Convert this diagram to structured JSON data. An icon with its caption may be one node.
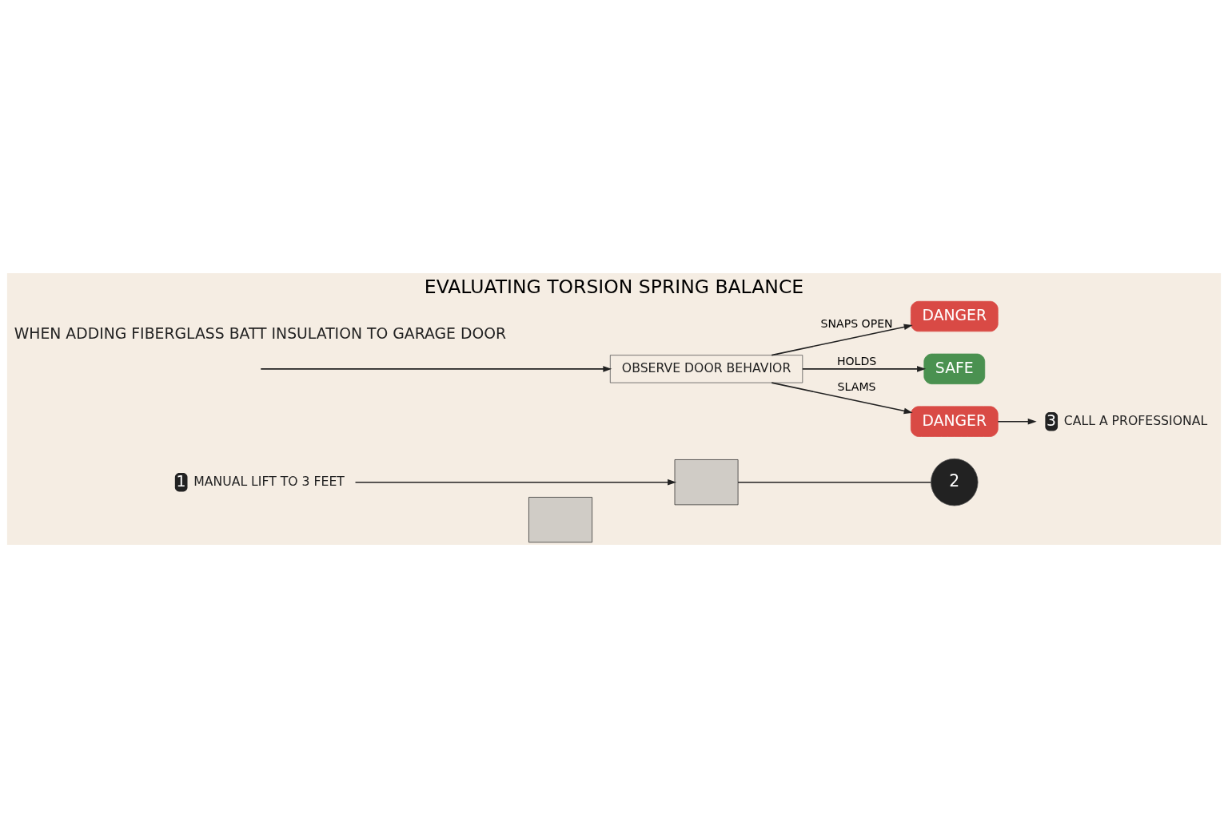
{
  "diagram": {
    "title": "EVALUATING TORSION SPRING BALANCE",
    "nodes": [
      {
        "text": [],
        "shape": "box"
      },
      {
        "text": [
          "1",
          "MANUAL LIFT TO 3 FEET"
        ]
      },
      {
        "text": [],
        "shape": "box"
      },
      {
        "text": [
          "2"
        ]
      },
      {
        "text": [
          "OBSERVE DOOR BEHAVIOR"
        ]
      },
      {
        "text": [
          "DANGER"
        ]
      },
      {
        "text": [
          "SAFE"
        ]
      },
      {
        "text": [
          "DANGER"
        ]
      },
      {
        "text": [
          "3",
          "CALL A PROFESSIONAL"
        ]
      }
    ],
    "edges": [
      {
        "from": 1,
        "to": 2,
        "arrow": "to"
      },
      {
        "from": 2,
        "to": 3,
        "arrow": "none"
      },
      {
        "from": null,
        "to": 4,
        "arrow": "to"
      },
      {
        "from": 4,
        "to": 5,
        "label": "SNAPS OPEN",
        "arrow": "to"
      },
      {
        "from": 4,
        "to": 6,
        "label": "HOLDS",
        "arrow": "to"
      },
      {
        "from": 4,
        "to": 7,
        "label": "SLAMS",
        "arrow": "to"
      },
      {
        "from": 7,
        "to": 8,
        "arrow": "to"
      }
    ],
    "labels": [
      "WHEN ADDING FIBERGLASS BATT INSULATION TO GARAGE DOOR"
    ]
  }
}
